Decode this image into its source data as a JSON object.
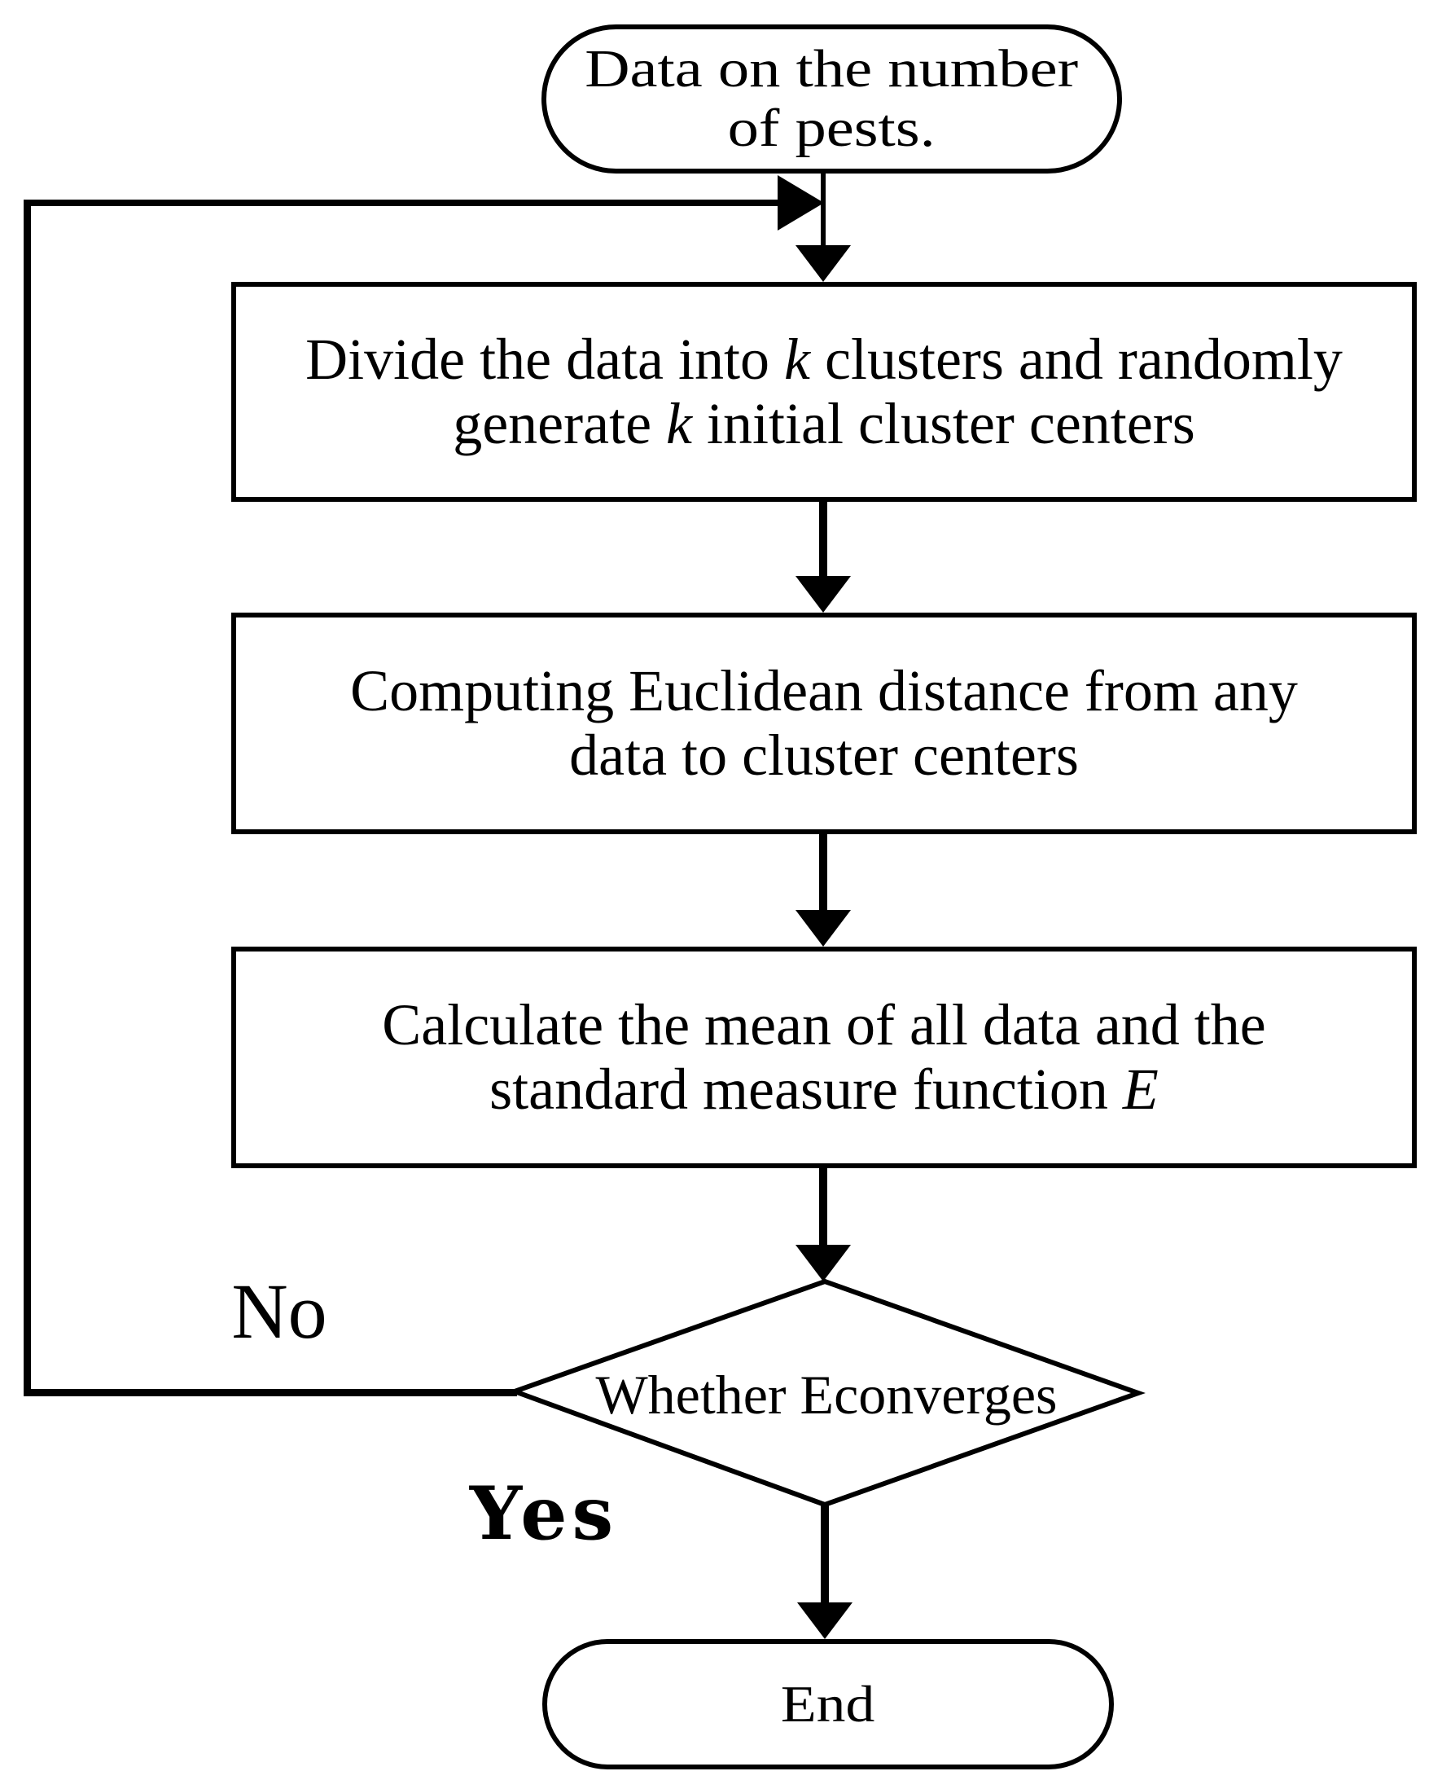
{
  "page": {
    "background_color": "#ffffff",
    "ink_color": "#000000",
    "type": "flowchart"
  },
  "flowchart": {
    "start": {
      "shape": "terminator",
      "lines": [
        [
          {
            "t": "Data on the number"
          }
        ],
        [
          {
            "t": "of pests."
          }
        ]
      ]
    },
    "steps": [
      {
        "id": "divide-clusters",
        "shape": "process",
        "lines": [
          [
            {
              "t": "Divide the data into "
            },
            {
              "t": "k",
              "i": true
            },
            {
              "t": " clusters and randomly"
            }
          ],
          [
            {
              "t": "generate "
            },
            {
              "t": "k",
              "i": true
            },
            {
              "t": " initial cluster centers"
            }
          ]
        ]
      },
      {
        "id": "euclidean-distance",
        "shape": "process",
        "lines": [
          [
            {
              "t": "Computing Euclidean distance from any"
            }
          ],
          [
            {
              "t": "data to cluster centers"
            }
          ]
        ]
      },
      {
        "id": "calculate-mean",
        "shape": "process",
        "lines": [
          [
            {
              "t": "Calculate the mean of all data and the"
            }
          ],
          [
            {
              "t": "standard measure function "
            },
            {
              "t": "E",
              "i": true
            }
          ]
        ]
      }
    ],
    "decision": {
      "shape": "decision",
      "lines": [
        [
          {
            "t": "Whether E"
          }
        ],
        [
          {
            "t": "converges"
          }
        ]
      ]
    },
    "end": {
      "shape": "terminator",
      "lines": [
        [
          {
            "t": "End"
          }
        ]
      ]
    },
    "branch_labels": {
      "no": "No",
      "yes": "Yes"
    }
  }
}
